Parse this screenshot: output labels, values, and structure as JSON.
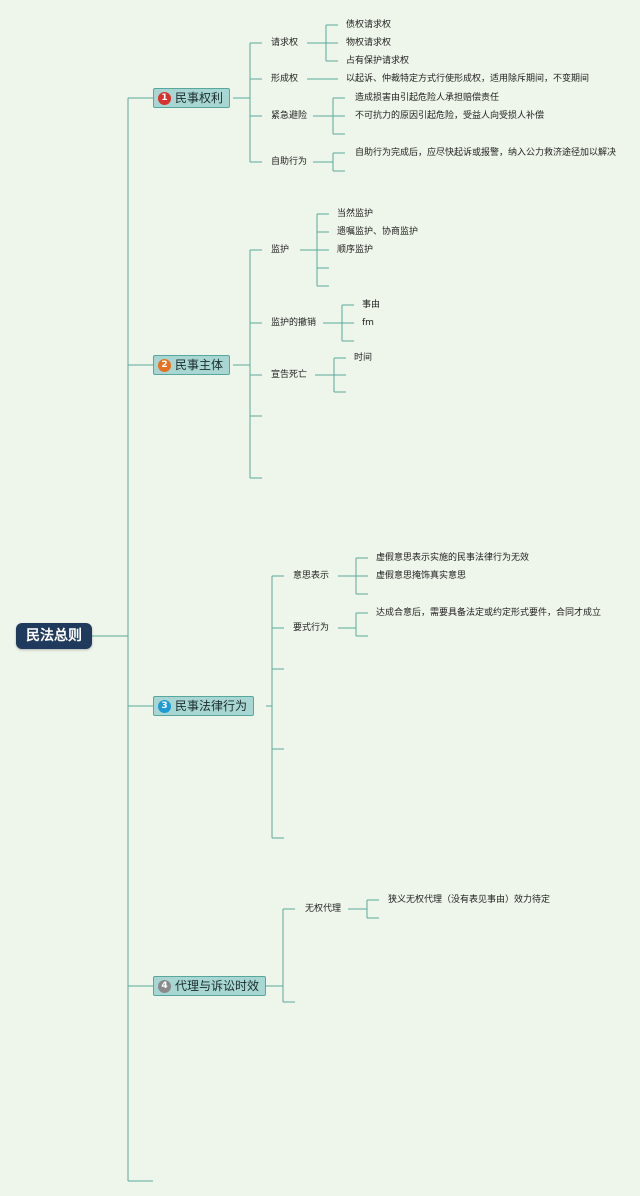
{
  "mindmap": {
    "root": "民法总则",
    "branches": [
      {
        "number": "1",
        "label": "民事权利",
        "badge_color": "#d8322e",
        "children": [
          {
            "label": "请求权",
            "leaves": [
              "债权请求权",
              "物权请求权",
              "占有保护请求权"
            ]
          },
          {
            "label": "形成权",
            "leaves": [
              "以起诉、仲裁特定方式行使形成权，适用除斥期间，不变期间"
            ]
          },
          {
            "label": "紧急避险",
            "leaves": [
              "造成损害由引起危险人承担赔偿责任",
              "不可抗力的原因引起危险，受益人向受损人补偿"
            ]
          },
          {
            "label": "自助行为",
            "leaves": [
              "自助行为完成后，应尽快起诉或报警，纳入公力救济途径加以解决"
            ]
          }
        ]
      },
      {
        "number": "2",
        "label": "民事主体",
        "badge_color": "#e8711f",
        "children": [
          {
            "label": "监护",
            "leaves": [
              "当然监护",
              "遗嘱监护、协商监护",
              "顺序监护"
            ]
          },
          {
            "label": "监护的撤销",
            "leaves": [
              "事由",
              "fm"
            ]
          },
          {
            "label": "宣告死亡",
            "leaves": [
              "时间"
            ]
          }
        ]
      },
      {
        "number": "3",
        "label": "民事法律行为",
        "badge_color": "#1e9ad6",
        "children": [
          {
            "label": "意思表示",
            "leaves": [
              "虚假意思表示实施的民事法律行为无效",
              "虚假意思掩饰真实意思"
            ]
          },
          {
            "label": "要式行为",
            "leaves": [
              "达成合意后，需要具备法定或约定形式要件，合同才成立"
            ]
          }
        ]
      },
      {
        "number": "4",
        "label": "代理与诉讼时效",
        "badge_color": "#8a8a8a",
        "children": [
          {
            "label": "无权代理",
            "leaves": [
              "狭义无权代理（没有表见事由）效力待定"
            ]
          }
        ]
      }
    ]
  }
}
